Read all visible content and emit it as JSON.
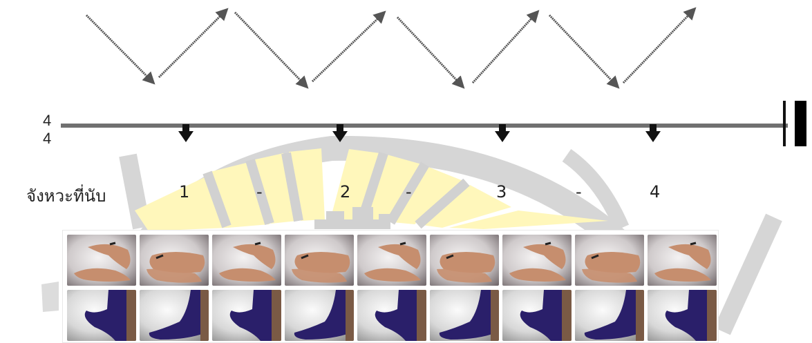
{
  "time_signature": {
    "top": "4",
    "bottom": "4"
  },
  "counting": {
    "label": "จังหวะที่นับ",
    "beats": [
      {
        "value": "1"
      },
      {
        "value": "-"
      },
      {
        "value": "2"
      },
      {
        "value": "-"
      },
      {
        "value": "3"
      },
      {
        "value": "-"
      },
      {
        "value": "4"
      }
    ]
  },
  "photos": {
    "hand_row": [
      "open",
      "closed",
      "open",
      "closed",
      "open",
      "closed",
      "open",
      "closed",
      "open"
    ],
    "foot_row": [
      "raised",
      "down",
      "raised",
      "down",
      "raised",
      "down",
      "raised",
      "down",
      "raised"
    ]
  },
  "colors": {
    "arrow": "#555555",
    "staff_line": "#707070",
    "watermark_yellow": "#fff6b0",
    "watermark_gray": "#bdbdbd",
    "sock": "#2a1f6a",
    "skin": "#c68e6e"
  }
}
